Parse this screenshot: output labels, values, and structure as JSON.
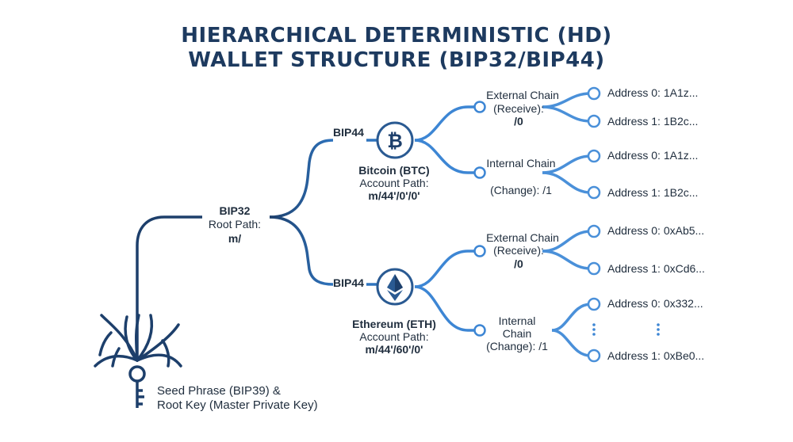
{
  "title": {
    "line1": "HIERARCHICAL DETERMINISTIC (HD)",
    "line2": "WALLET STRUCTURE (BIP32/BIP44)"
  },
  "root": {
    "label_line1": "Seed Phrase (BIP39) &",
    "label_line2": "Root Key (Master Private Key)"
  },
  "bip32": {
    "name": "BIP32",
    "path_label": "Root Path:",
    "path": "m/"
  },
  "accounts": [
    {
      "standard": "BIP44",
      "coin": "Bitcoin (BTC)",
      "path_label": "Account Path:",
      "path": "m/44'/0'/0'",
      "icon": "bitcoin-icon",
      "chains": [
        {
          "line1": "External Chain",
          "line2": "(Receive):",
          "line3": "/0"
        },
        {
          "line1": "Internal Chain",
          "line2": "(Change): /1"
        }
      ],
      "addresses": [
        "Address 0: 1A1z...",
        "Address 1: 1B2c...",
        "Address 0: 1A1z...",
        "Address 1: 1B2c..."
      ]
    },
    {
      "standard": "BIP44",
      "coin": "Ethereum (ETH)",
      "path_label": "Account Path:",
      "path": "m/44'/60'/0'",
      "icon": "ethereum-icon",
      "chains": [
        {
          "line1": "External Chain",
          "line2": "(Receive):",
          "line3": "/0"
        },
        {
          "line1": "Internal",
          "line2": "Chain",
          "line3": "(Change): /1"
        }
      ],
      "addresses": [
        "Address 0: 0xAb5...",
        "Address 1: 0xCd6...",
        "Address 0: 0x332...",
        "Address 1: 0xBe0..."
      ]
    }
  ],
  "colors": {
    "title": "#1d3a5f",
    "trunk": "#1d3f6b",
    "branch_mid": "#2e6db0",
    "branch_light": "#4a90d9",
    "node_ring": "#3d86d4"
  }
}
